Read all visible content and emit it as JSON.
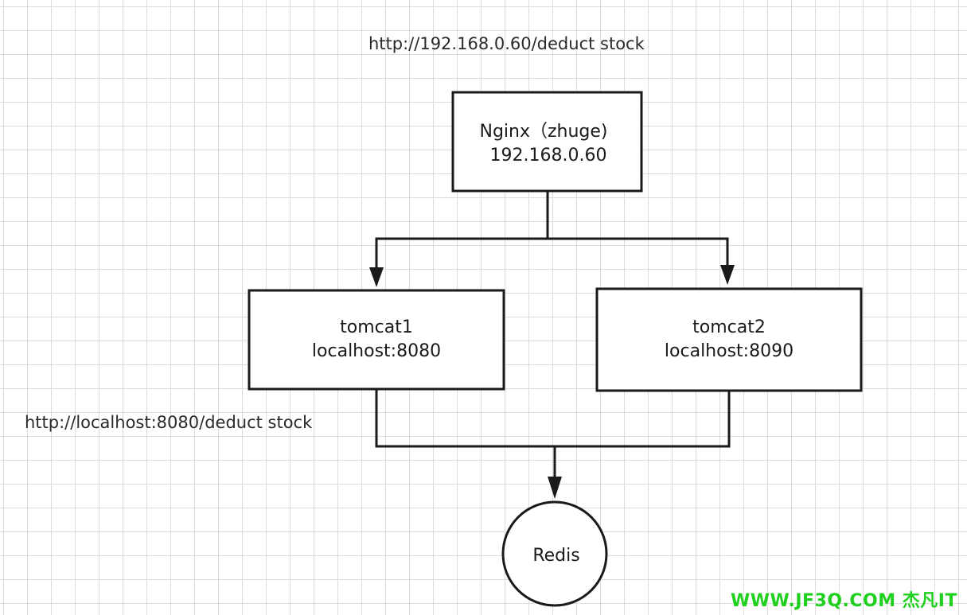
{
  "entry_url": "http://192.168.0.60/deduct stock",
  "nodes": {
    "nginx": {
      "name": "Nginx（zhuge)",
      "address": "192.168.0.60"
    },
    "tomcat1": {
      "name": "tomcat1",
      "address": "localhost:8080"
    },
    "tomcat2": {
      "name": "tomcat2",
      "address": "localhost:8090"
    },
    "redis": {
      "name": "Redis"
    }
  },
  "tomcat1_url": "http://localhost:8080/deduct stock",
  "watermark": "WWW.JF3Q.COM 杰凡IT",
  "colors": {
    "line": "#1a1a1a",
    "grid": "#dcdcdc",
    "watermark": "#1fd01f"
  },
  "edges": [
    {
      "from": "nginx",
      "to": "tomcat1"
    },
    {
      "from": "nginx",
      "to": "tomcat2"
    },
    {
      "from": "tomcat1",
      "to": "redis"
    },
    {
      "from": "tomcat2",
      "to": "redis"
    }
  ]
}
